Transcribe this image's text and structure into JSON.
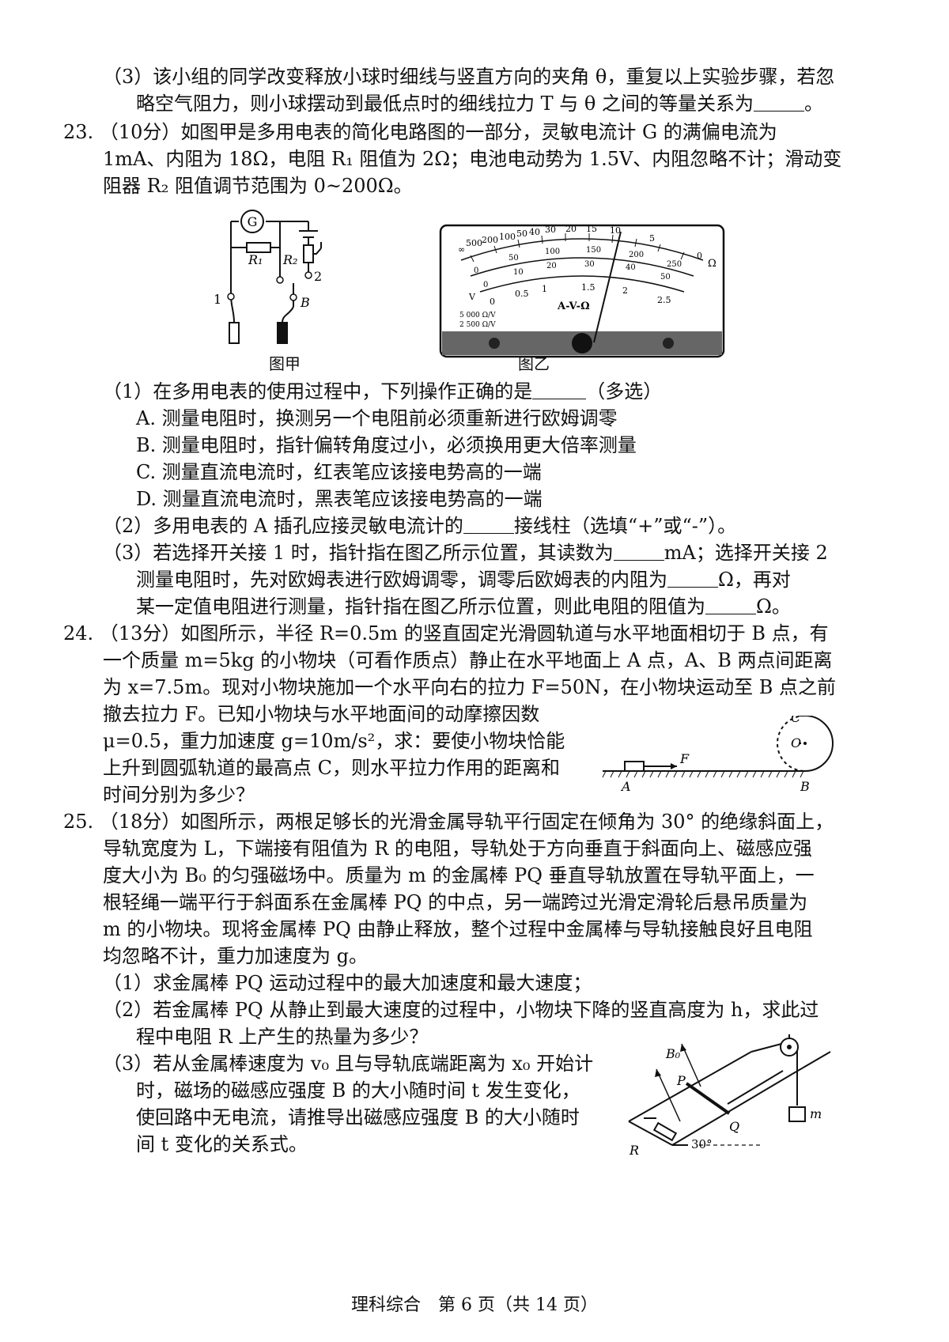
{
  "q22_3": {
    "line1": "（3）该小组的同学改变释放小球时细线与竖直方向的夹角 θ，重复以上实验步骤，若忽",
    "line2": "略空气阻力，则小球摆动到最低点时的细线拉力 T 与 θ 之间的等量关系为",
    "end": "。"
  },
  "q23": {
    "line1": "23. （10分）如图甲是多用电表的简化电路图的一部分，灵敏电流计 G 的满偏电流为",
    "line2": "1mA、内阻为 18Ω，电阻 R₁ 阻值为 2Ω；电池电动势为 1.5V、内阻忽略不计；滑动变",
    "line3": "阻器 R₂ 阻值调节范围为 0~200Ω。",
    "fig_a": {
      "caption": "图甲",
      "g_label": "G",
      "r1": "R₁",
      "r2": "R₂",
      "t1": "1",
      "t2": "2",
      "tB": "B"
    },
    "fig_b": {
      "caption": "图乙",
      "ohm_scale": [
        "∞",
        "500",
        "200",
        "100",
        "50",
        "40",
        "30",
        "20",
        "15",
        "10",
        "5",
        "0"
      ],
      "mid_scale": [
        "0",
        "50",
        "100",
        "150",
        "200",
        "250"
      ],
      "mid_scale2": [
        "0",
        "10",
        "20",
        "30",
        "40",
        "50"
      ],
      "low_scale": [
        "0",
        "0.5",
        "1",
        "1.5",
        "2",
        "2.5"
      ],
      "label": "A-V-Ω",
      "ohm_symbol": "Ω",
      "spec1": "5 000 Ω/V",
      "spec2": "2 500 Ω/V",
      "tilde_v": "V"
    },
    "s1": "（1）在多用电表的使用过程中，下列操作正确的是",
    "s1_end": "（多选）",
    "options": [
      "A. 测量电阻时，换测另一个电阻前必须重新进行欧姆调零",
      "B. 测量电阻时，指针偏转角度过小，必须换用更大倍率测量",
      "C. 测量直流电流时，红表笔应该接电势高的一端",
      "D. 测量直流电流时，黑表笔应该接电势高的一端"
    ],
    "s2_a": "（2）多用电表的 A 插孔应接灵敏电流计的",
    "s2_b": "接线柱（选填“+”或“-”）。",
    "s3_l1a": "（3）若选择开关接 1 时，指针指在图乙所示位置，其读数为",
    "s3_l1b": "mA；选择开关接 2",
    "s3_l2a": "测量电阻时，先对欧姆表进行欧姆调零，调零后欧姆表的内阻为",
    "s3_l2b": "Ω，再对",
    "s3_l3a": "某一定值电阻进行测量，指针指在图乙所示位置，则此电阻的阻值为",
    "s3_l3b": "Ω。"
  },
  "q24": {
    "line1": "24. （13分）如图所示，半径 R=0.5m 的竖直固定光滑圆轨道与水平地面相切于 B 点，有",
    "line2": "一个质量 m=5kg 的小物块（可看作质点）静止在水平地面上 A 点，A、B 两点间距离",
    "line3": "为 x=7.5m。现对小物块施加一个水平向右的拉力 F=50N，在小物块运动至 B 点之前",
    "line4": "撤去拉力 F。已知小物块与水平地面间的动摩擦因数",
    "line5": "μ=0.5，重力加速度 g=10m/s²，求：要使小物块恰能",
    "line6": "上升到圆弧轨道的最高点 C，则水平拉力作用的距离和",
    "line7": "时间分别为多少？",
    "fig": {
      "A": "A",
      "B": "B",
      "C": "C",
      "O": "O",
      "F": "F"
    }
  },
  "q25": {
    "line1": "25. （18分）如图所示，两根足够长的光滑金属导轨平行固定在倾角为 30° 的绝缘斜面上，",
    "line2": "导轨宽度为 L，下端接有阻值为 R 的电阻，导轨处于方向垂直于斜面向上、磁感应强",
    "line3": "度大小为 B₀ 的匀强磁场中。质量为 m 的金属棒 PQ 垂直导轨放置在导轨平面上，一",
    "line4": "根轻绳一端平行于斜面系在金属棒 PQ 的中点，另一端跨过光滑定滑轮后悬吊质量为",
    "line5": "m 的小物块。现将金属棒 PQ 由静止释放，整个过程中金属棒与导轨接触良好且电阻",
    "line6": "均忽略不计，重力加速度为 g。",
    "s1": "（1）求金属棒 PQ 运动过程中的最大加速度和最大速度；",
    "s2_l1": "（2）若金属棒 PQ 从静止到最大速度的过程中，小物块下降的竖直高度为 h，求此过",
    "s2_l2": "程中电阻 R 上产生的热量为多少？",
    "s3_l1": "（3）若从金属棒速度为 v₀ 且与导轨底端距离为 x₀ 开始计",
    "s3_l2": "时，磁场的磁感应强度 B 的大小随时间 t 发生变化，",
    "s3_l3": "使回路中无电流，请推导出磁感应强度 B 的大小随时",
    "s3_l4": "间 t 变化的关系式。",
    "fig": {
      "B0": "B₀",
      "P": "P",
      "Q": "Q",
      "R": "R",
      "m": "m",
      "angle": "30°"
    }
  },
  "footer": "理科综合　第 6 页（共 14 页）"
}
